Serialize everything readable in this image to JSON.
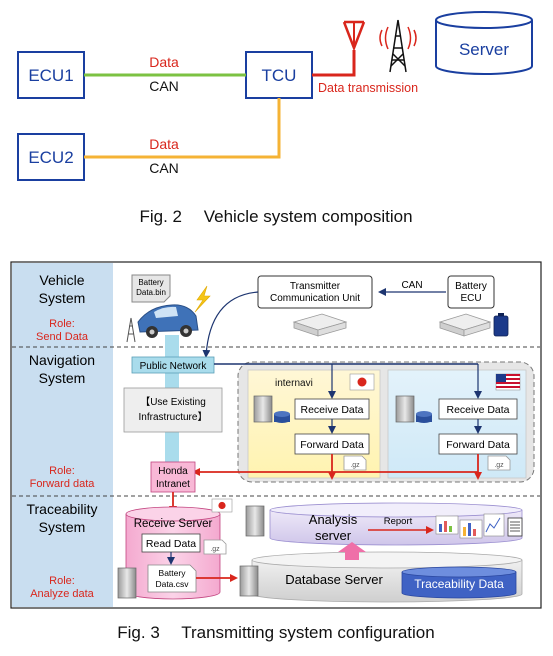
{
  "fig2": {
    "ecu1": "ECU1",
    "ecu2": "ECU2",
    "tcu": "TCU",
    "server": "Server",
    "data_label_1": "Data",
    "can_label_1": "CAN",
    "data_label_2": "Data",
    "can_label_2": "CAN",
    "data_transmission": "Data transmission",
    "caption": "Fig. 2  Vehicle system composition"
  },
  "fig3": {
    "sidebar": {
      "vehicle_title_1": "Vehicle",
      "vehicle_title_2": "System",
      "vehicle_role_1": "Role:",
      "vehicle_role_2": "Send Data",
      "navigation_title_1": "Navigation",
      "navigation_title_2": "System",
      "navigation_role_1": "Role:",
      "navigation_role_2": "Forward data",
      "traceability_title_1": "Traceability",
      "traceability_title_2": "System",
      "traceability_role_1": "Role:",
      "traceability_role_2": "Analyze data"
    },
    "battery_file_1": "Battery",
    "battery_file_2": "Data.bin",
    "tcu_box_1": "Transmitter",
    "tcu_box_2": "Communication Unit",
    "can_label": "CAN",
    "battery_ecu_1": "Battery",
    "battery_ecu_2": "ECU",
    "public_network": "Public Network",
    "existing_infra_1": "【Use Existing",
    "existing_infra_2": "Infrastructure】",
    "internavi": "internavi",
    "receive_data_jp": "Receive Data",
    "forward_data_jp": "Forward Data",
    "receive_data_us": "Receive Data",
    "forward_data_us": "Forward Data",
    "gz_1": ".gz",
    "gz_2": ".gz",
    "gz_3": ".gz",
    "honda_intranet_1": "Honda",
    "honda_intranet_2": "Intranet",
    "receive_server": "Receive Server",
    "read_data": "Read Data",
    "battery_csv_1": "Battery",
    "battery_csv_2": "Data.csv",
    "analysis_server_1": "Analysis",
    "analysis_server_2": "server",
    "report": "Report",
    "database_server": "Database Server",
    "traceability_data": "Traceability Data",
    "caption": "Fig. 3  Transmitting system configuration"
  },
  "colors": {
    "ecu_border": "#1a3fa0",
    "green_line": "#7cc242",
    "orange_line": "#f5b335",
    "red_line": "#d9261c",
    "sidebar_fill": "#c9def0",
    "role_text": "#d9261c"
  }
}
